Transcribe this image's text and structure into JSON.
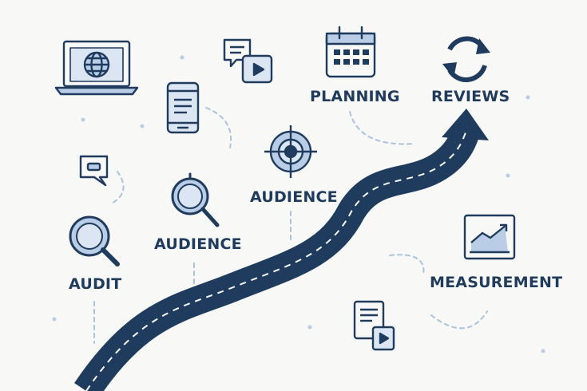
{
  "colors": {
    "background": "#f8f8f6",
    "road": "#1f3b5e",
    "icon_stroke": "#1f3b5e",
    "icon_fill": "#b9cde6",
    "dash": "#a9c3dc"
  },
  "labels": {
    "planning": "PLANNING",
    "reviews": "REVIEWS",
    "audience_center": "AUDIENCE",
    "audience_left": "AUDIENCE",
    "audit": "AUDIT",
    "measurement": "MEASUREMENT"
  },
  "icons": [
    "laptop-globe-icon",
    "chat-video-icon",
    "calendar-icon",
    "refresh-icon",
    "smartphone-icon",
    "target-icon",
    "chat-bubble-icon",
    "magnifier-icon",
    "search-icon",
    "chart-monitor-icon",
    "document-video-icon",
    "road-arrow"
  ]
}
